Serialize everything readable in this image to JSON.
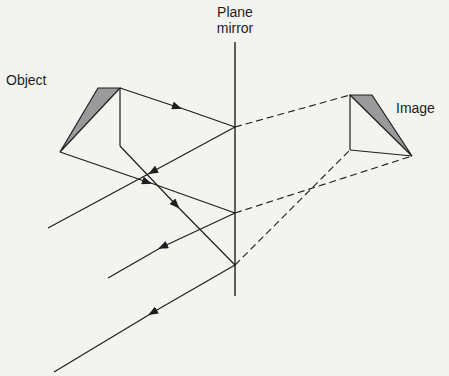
{
  "diagram": {
    "labels": [
      "Plane mirror",
      "Object",
      "Image"
    ]
  }
}
